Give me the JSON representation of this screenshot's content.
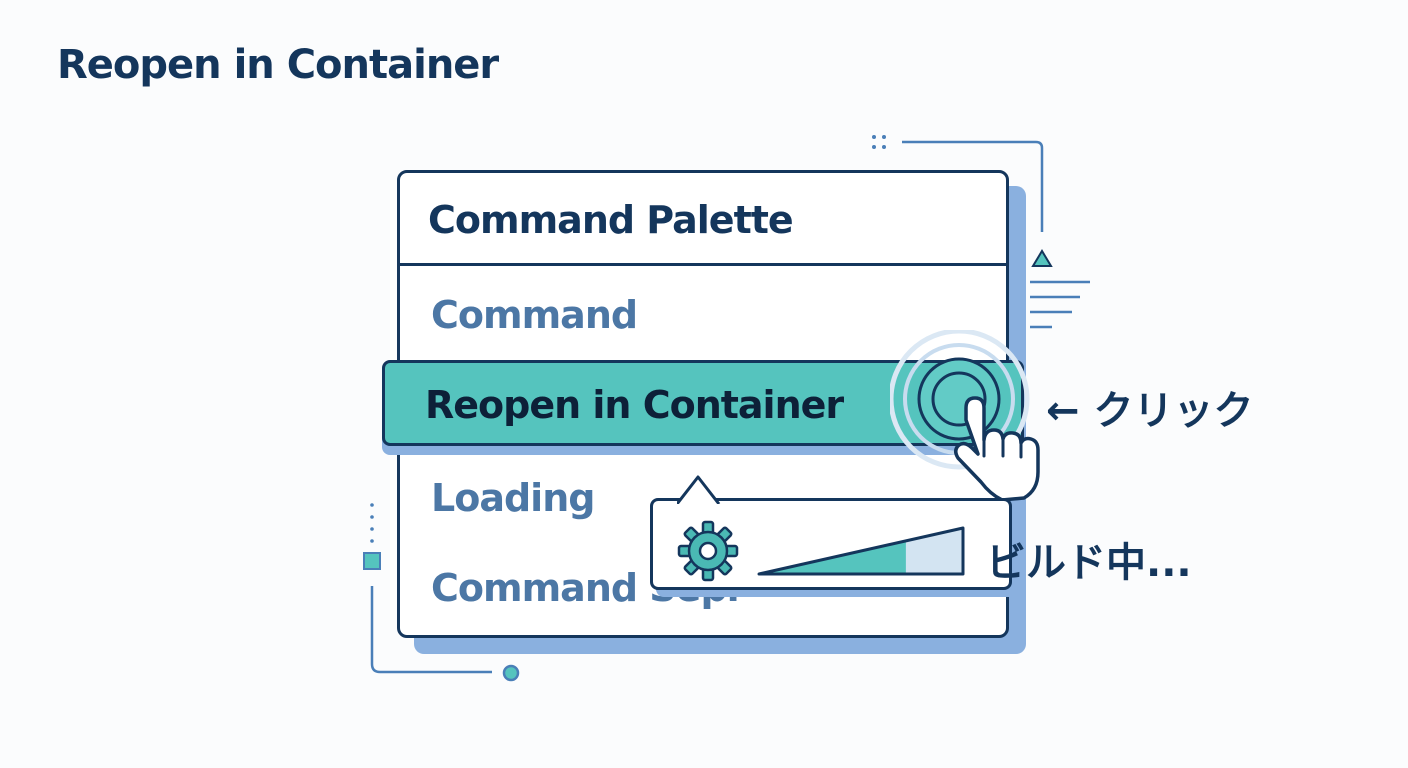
{
  "page": {
    "title": "Reopen in Container"
  },
  "palette": {
    "title": "Command Palette",
    "items": [
      {
        "label": "Command"
      },
      {
        "label": "Reopen in Container",
        "selected": true
      },
      {
        "label": "Loading"
      },
      {
        "label": "Command Sepr"
      }
    ]
  },
  "annotation": {
    "click_label": "← クリック"
  },
  "build": {
    "status_label": "ビルド中...",
    "progress": 0.72
  },
  "icons": [
    "gear-icon",
    "hand-cursor-icon",
    "click-ripple-icon",
    "arrow-left-icon",
    "triangle-up-icon"
  ],
  "colors": {
    "navy": "#14365c",
    "teal": "#55c4be",
    "shadow_blue": "#8ab0df",
    "muted_text": "#4c77a5",
    "progress_track": "#d3e4f2"
  }
}
